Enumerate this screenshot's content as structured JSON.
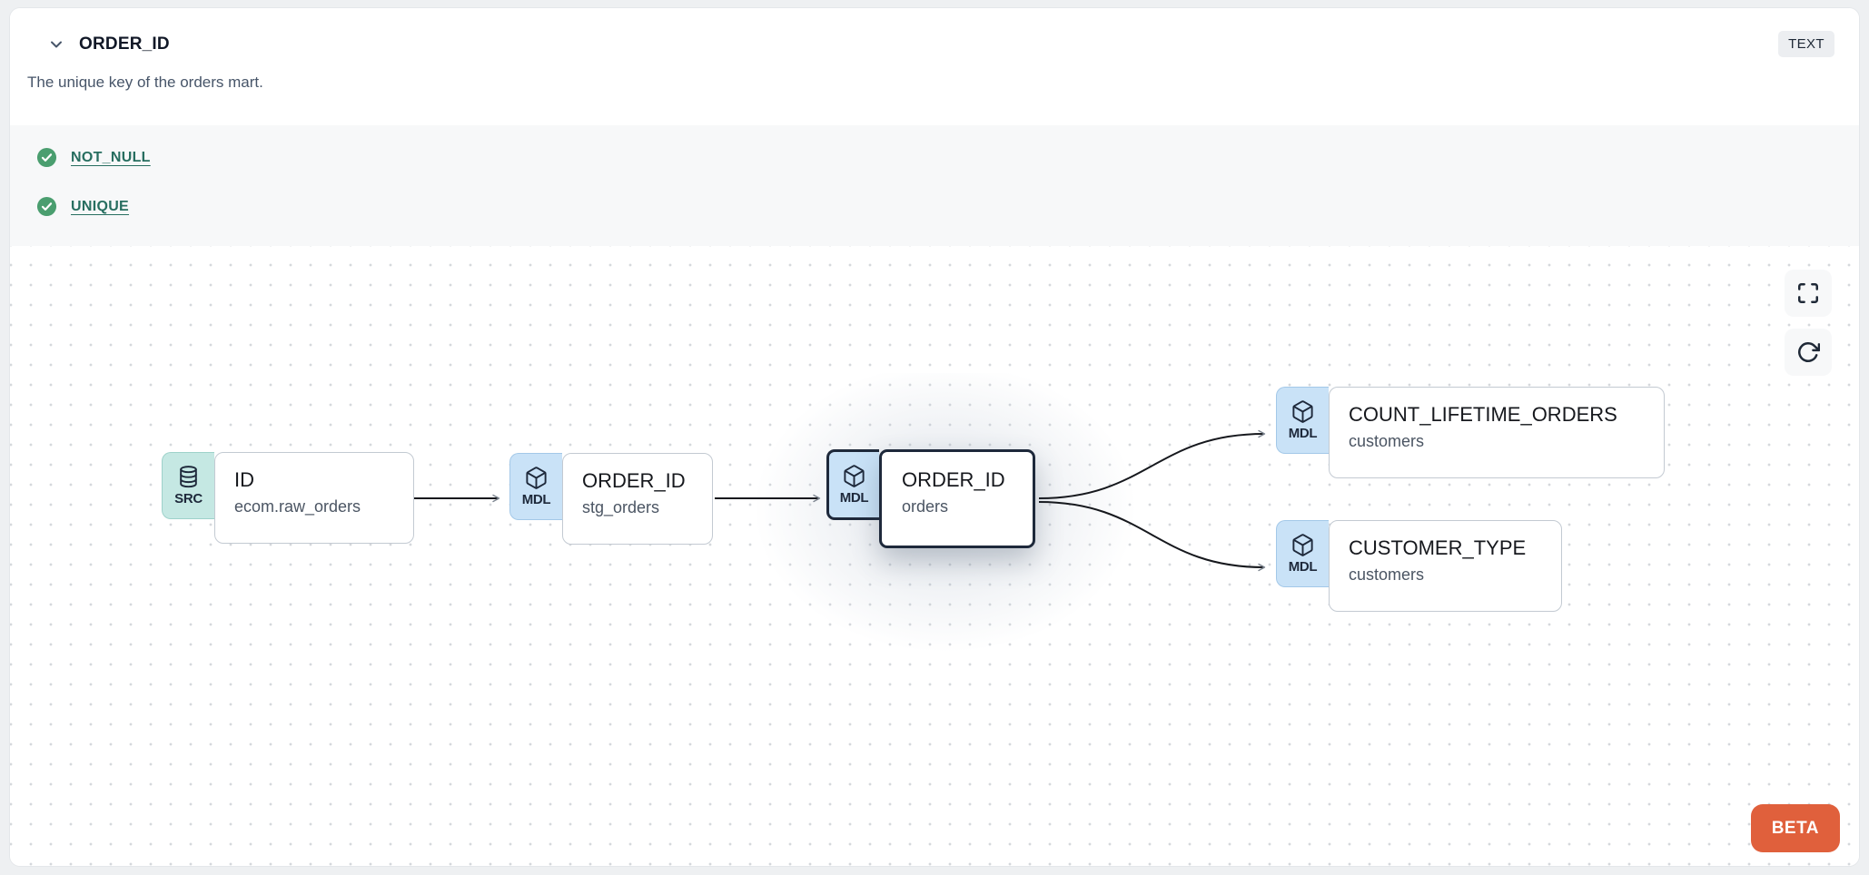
{
  "header": {
    "title": "ORDER_ID",
    "type_badge": "TEXT",
    "description": "The unique key of the orders mart.",
    "collapse_icon": "chevron-down-icon"
  },
  "tests": [
    {
      "label": "NOT_NULL",
      "status": "pass",
      "icon": "check-circle-icon"
    },
    {
      "label": "UNIQUE",
      "status": "pass",
      "icon": "check-circle-icon"
    }
  ],
  "lineage": {
    "nodes": [
      {
        "badge": "SRC",
        "icon": "database-icon",
        "title": "ID",
        "subtitle": "ecom.raw_orders",
        "type": "source",
        "selected": false
      },
      {
        "badge": "MDL",
        "icon": "cube-icon",
        "title": "ORDER_ID",
        "subtitle": "stg_orders",
        "type": "model",
        "selected": false
      },
      {
        "badge": "MDL",
        "icon": "cube-icon",
        "title": "ORDER_ID",
        "subtitle": "orders",
        "type": "model",
        "selected": true
      },
      {
        "badge": "MDL",
        "icon": "cube-icon",
        "title": "COUNT_LIFETIME_ORDERS",
        "subtitle": "customers",
        "type": "model",
        "selected": false
      },
      {
        "badge": "MDL",
        "icon": "cube-icon",
        "title": "CUSTOMER_TYPE",
        "subtitle": "customers",
        "type": "model",
        "selected": false
      }
    ],
    "edges": [
      {
        "from": "ID (ecom.raw_orders)",
        "to": "ORDER_ID (stg_orders)"
      },
      {
        "from": "ORDER_ID (stg_orders)",
        "to": "ORDER_ID (orders)"
      },
      {
        "from": "ORDER_ID (orders)",
        "to": "COUNT_LIFETIME_ORDERS (customers)"
      },
      {
        "from": "ORDER_ID (orders)",
        "to": "CUSTOMER_TYPE (customers)"
      }
    ]
  },
  "canvas": {
    "beta_label": "BETA",
    "controls": [
      {
        "icon": "fullscreen-icon"
      },
      {
        "icon": "refresh-icon"
      }
    ]
  },
  "colors": {
    "accent_orange": "#E0603C",
    "test_pass_green": "#4A9E6F",
    "link_teal": "#276E60",
    "source_badge_bg": "#C5E8E3",
    "model_badge_bg": "#C9E2F7",
    "selected_border": "#1E293B",
    "edge": "#16181D"
  }
}
